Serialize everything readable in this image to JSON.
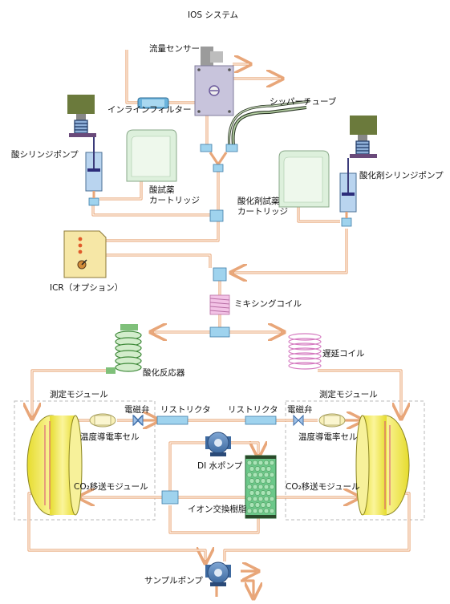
{
  "title": "IOS システム",
  "labels": {
    "flow_sensor": "流量センサー",
    "inline_filter": "インラインフィルター",
    "sipper_tube": "シッパーチューブ",
    "acid_syringe_pump": "酸シリンジポンプ",
    "acid_reagent_cartridge_1": "酸試薬",
    "acid_reagent_cartridge_2": "カートリッジ",
    "oxidizer_cartridge_1": "酸化剤試薬",
    "oxidizer_cartridge_2": "カートリッジ",
    "oxidizer_syringe_pump": "酸化剤シリンジポンプ",
    "icr_option": "ICR（オプション）",
    "mixing_coil": "ミキシングコイル",
    "oxidation_reactor": "酸化反応器",
    "delay_coil": "遅延コイル",
    "measurement_module_left": "測定モジュール",
    "measurement_module_right": "測定モジュール",
    "solenoid_valve_left": "電磁弁",
    "solenoid_valve_right": "電磁弁",
    "restrictor_left": "リストリクタ",
    "restrictor_right": "リストリクタ",
    "conductivity_cell_left": "温度導電率セル",
    "conductivity_cell_right": "温度導電率セル",
    "di_water_pump": "DI 水ポンプ",
    "co2_module_left": "CO₂移送モジュール",
    "co2_module_right": "CO₂移送モジュール",
    "ion_exchange_resin": "イオン交換樹脂",
    "sample_pump": "サンプルポンプ"
  },
  "colors": {
    "pipe": "#e8a679",
    "pump_motor": "#6b7a3c",
    "syringe_body": "#b9d4ef",
    "cartridge": "#ddf0dc",
    "icr_box": "#f6e7a6",
    "reactor_coil": "#7fc07a",
    "delay_coil": "#e6a3d6",
    "mixing_coil": "#f3c3e6",
    "co2_module": "#f2ec5a",
    "resin": "#6cc88a",
    "pump_blue": "#4f7fb6",
    "flow_sensor": "#c8c4dc"
  }
}
